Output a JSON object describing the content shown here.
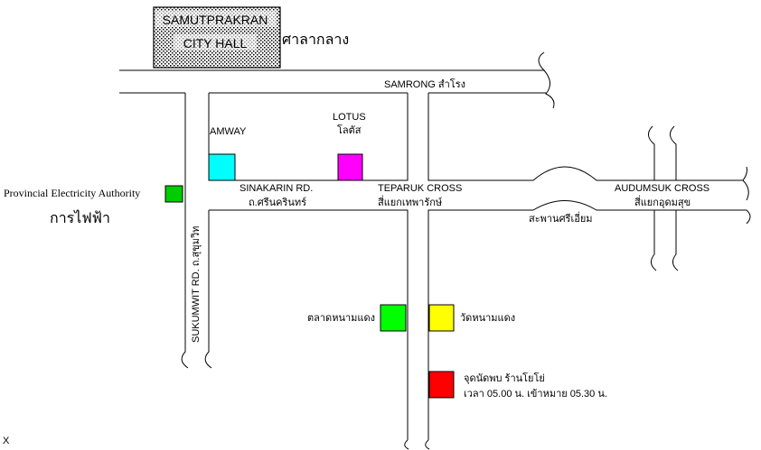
{
  "city_hall": {
    "line1": "SAMUTPRAKRAN",
    "line2": "CITY  HALL",
    "thai": "ศาลากลาง"
  },
  "roads": {
    "samrong": "SAMRONG  สำโรง",
    "sinakarin_en": "SINAKARIN RD.",
    "sinakarin_th": "ถ.ศรีนครินทร์",
    "sukumwit": "SUKUMWIT RD.    ถ.สุขุมวิท",
    "teparuk_en": "TEPARUK  CROSS",
    "teparuk_th": "สี่แยกเทพารักษ์",
    "bridge": "สะพานศรีเอี่ยม",
    "audumsuk_en": "AUDUMSUK CROSS",
    "audumsuk_th": "สี่แยกอุดมสุข"
  },
  "places": {
    "amway": {
      "label": "AMWAY",
      "color": "#00ffff"
    },
    "lotus": {
      "label_en": "LOTUS",
      "label_th": "โลตัส",
      "color": "#ff00ff"
    },
    "pea": {
      "label_en": "Provincial Electricity Authority",
      "label_th": "การไฟฟ้า",
      "color": "#00cc00"
    },
    "market": {
      "label": "ตลาดหนามแดง",
      "color": "#00ff00"
    },
    "temple": {
      "label": "วัดหนามแดง",
      "color": "#ffff00"
    },
    "meeting": {
      "label1": "จุดนัดพบ ร้านโยโย่",
      "label2": "เวลา 05.00 น. เข้าหมาย 05.30 น.",
      "color": "#ff0000"
    }
  },
  "corner_mark": "X"
}
